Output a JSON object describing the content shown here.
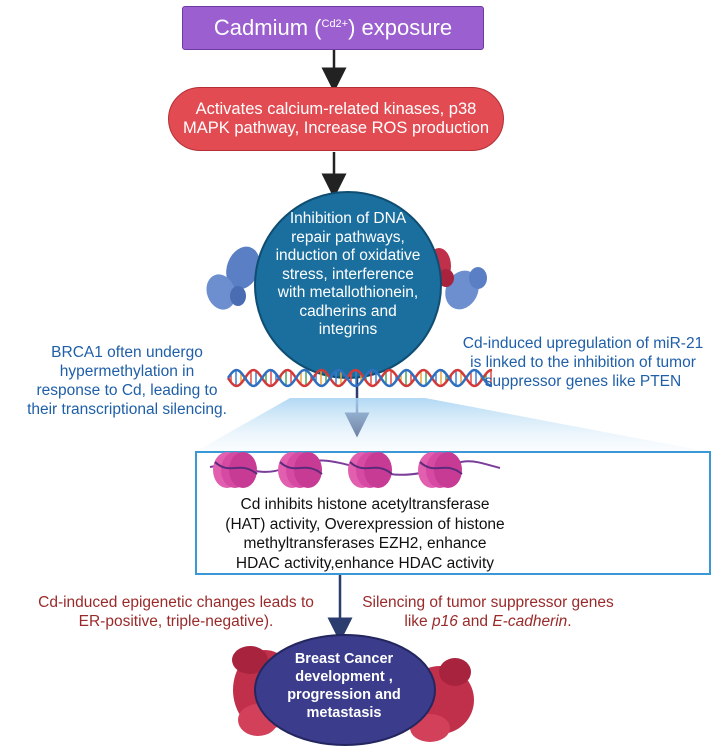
{
  "nodes": {
    "exposure": {
      "text": "Cadmium (",
      "superscript": "Cd2+",
      "suffix": ") exposure"
    },
    "kinases": {
      "text": "Activates calcium-related kinases,  p38 MAPK pathway,  Increase ROS production"
    },
    "dna_repair": {
      "lines": [
        "Inhibition of DNA",
        "repair pathways,",
        "induction of oxidative",
        "stress, interference",
        "with metallothionein,",
        "cadherins and",
        "integrins"
      ]
    },
    "brca1_note": {
      "lines": [
        "BRCA1  often undergo",
        "hypermethylation in",
        "response to Cd, leading to",
        "their transcriptional silencing."
      ]
    },
    "mir21_note": {
      "lines": [
        "Cd-induced upregulation of miR-21",
        "is linked to the inhibition of tumor",
        "suppressor genes like PTEN"
      ]
    },
    "histone": {
      "lines": [
        "Cd inhibits histone acetyltransferase",
        "(HAT) activity, Overexpression of histone",
        "methyltransferases  EZH2, enhance",
        "HDAC activity,enhance HDAC activity"
      ]
    },
    "epigenetic_note": {
      "lines": [
        "Cd-induced epigenetic changes leads to",
        "ER-positive, triple-negative)."
      ]
    },
    "silencing_note": {
      "line1": "Silencing of tumor suppressor genes",
      "line2_pre": "like ",
      "gene1": "p16",
      "line2_mid": " and ",
      "gene2": "E-cadherin",
      "line2_post": "."
    },
    "cancer": {
      "lines": [
        "Breast Cancer",
        "development ,",
        "progression and",
        "metastasis"
      ]
    }
  },
  "colors": {
    "purple_box": "#9b5fd0",
    "red_box": "#e24b52",
    "circle": "#1a6f9e",
    "blue_text": "#1f5fa8",
    "red_text": "#9a2a2a",
    "cancer_circle": "#3b3d8c",
    "tumor": "#c0304a"
  },
  "icons": [
    "receptor-blue-icon",
    "receptor-red-icon",
    "dna-helix-icon",
    "nucleosome-icon",
    "tumor-cell-icon"
  ]
}
